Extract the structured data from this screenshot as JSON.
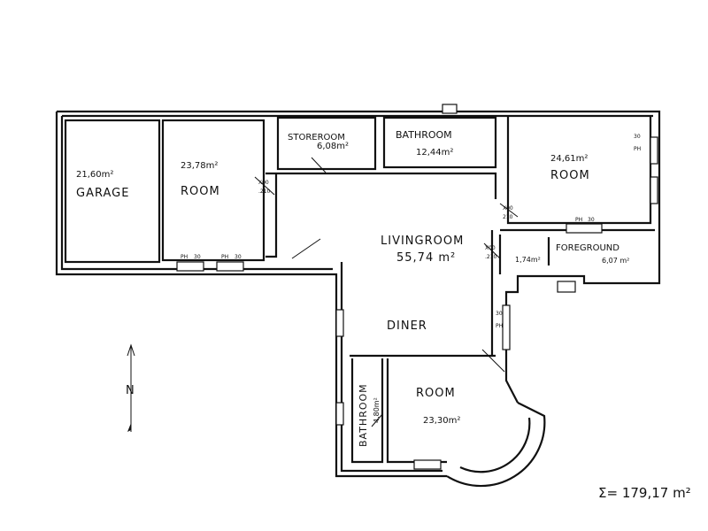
{
  "rooms": {
    "garage": {
      "name": "GARAGE",
      "area": "21,60m²"
    },
    "room_left": {
      "name": "ROOM",
      "area": "23,78m²"
    },
    "storeroom": {
      "name": "STOREROOM",
      "area": "6,08m²"
    },
    "bathroom_top": {
      "name": "BATHROOM",
      "area": "12,44m²"
    },
    "room_right": {
      "name": "ROOM",
      "area": "24,61m²"
    },
    "living_room": {
      "name": "LIVINGROOM",
      "area": "55,74 m²"
    },
    "foreground": {
      "name": "FOREGROUND",
      "area": "6,07 m²"
    },
    "hall_small": {
      "area": "1,74m²"
    },
    "diner": {
      "name": "DINER"
    },
    "bathroom_bottom": {
      "name": "BATHROOM",
      "area": "4,80m²"
    },
    "room_bottom": {
      "name": "ROOM",
      "area": "23,30m²"
    }
  },
  "window_marks": [
    "PH",
    "30",
    "PH",
    "30",
    "PH",
    "30",
    "PH",
    "30",
    "PH",
    "30"
  ],
  "door_marks": [
    "X00",
    ".210",
    "X00",
    "210",
    "X00",
    ".210"
  ],
  "north_label": "N",
  "total_area": "Σ= 179,17 m²"
}
